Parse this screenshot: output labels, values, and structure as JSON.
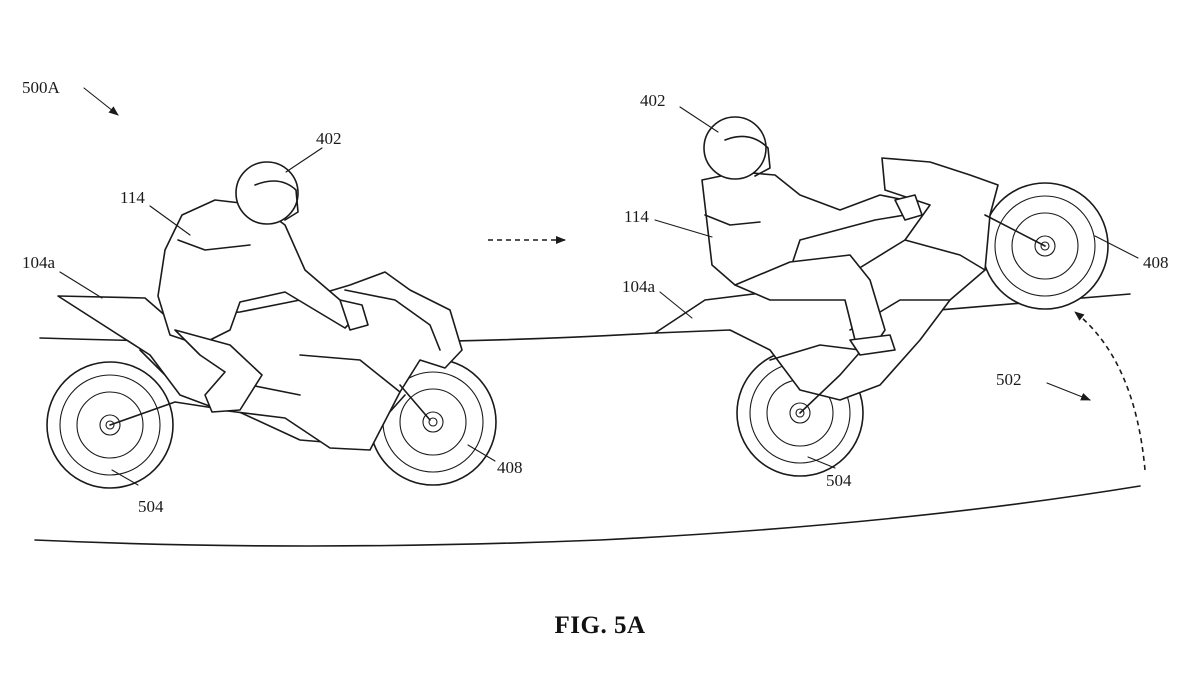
{
  "figure": {
    "caption": "FIG. 5A",
    "reference_numerals": {
      "figure_ref": "500A",
      "left_rider_helmet": "402",
      "left_rider_vest": "114",
      "left_rear_body": "104a",
      "left_front_wheel": "408",
      "left_rear_wheel": "504",
      "right_rider_helmet": "402",
      "right_rider_vest": "114",
      "right_rear_body": "104a",
      "right_front_wheel": "408",
      "right_rear_wheel": "504",
      "trajectory": "502"
    }
  },
  "colors": {
    "line": "#1a1a1a",
    "background": "#ffffff"
  }
}
